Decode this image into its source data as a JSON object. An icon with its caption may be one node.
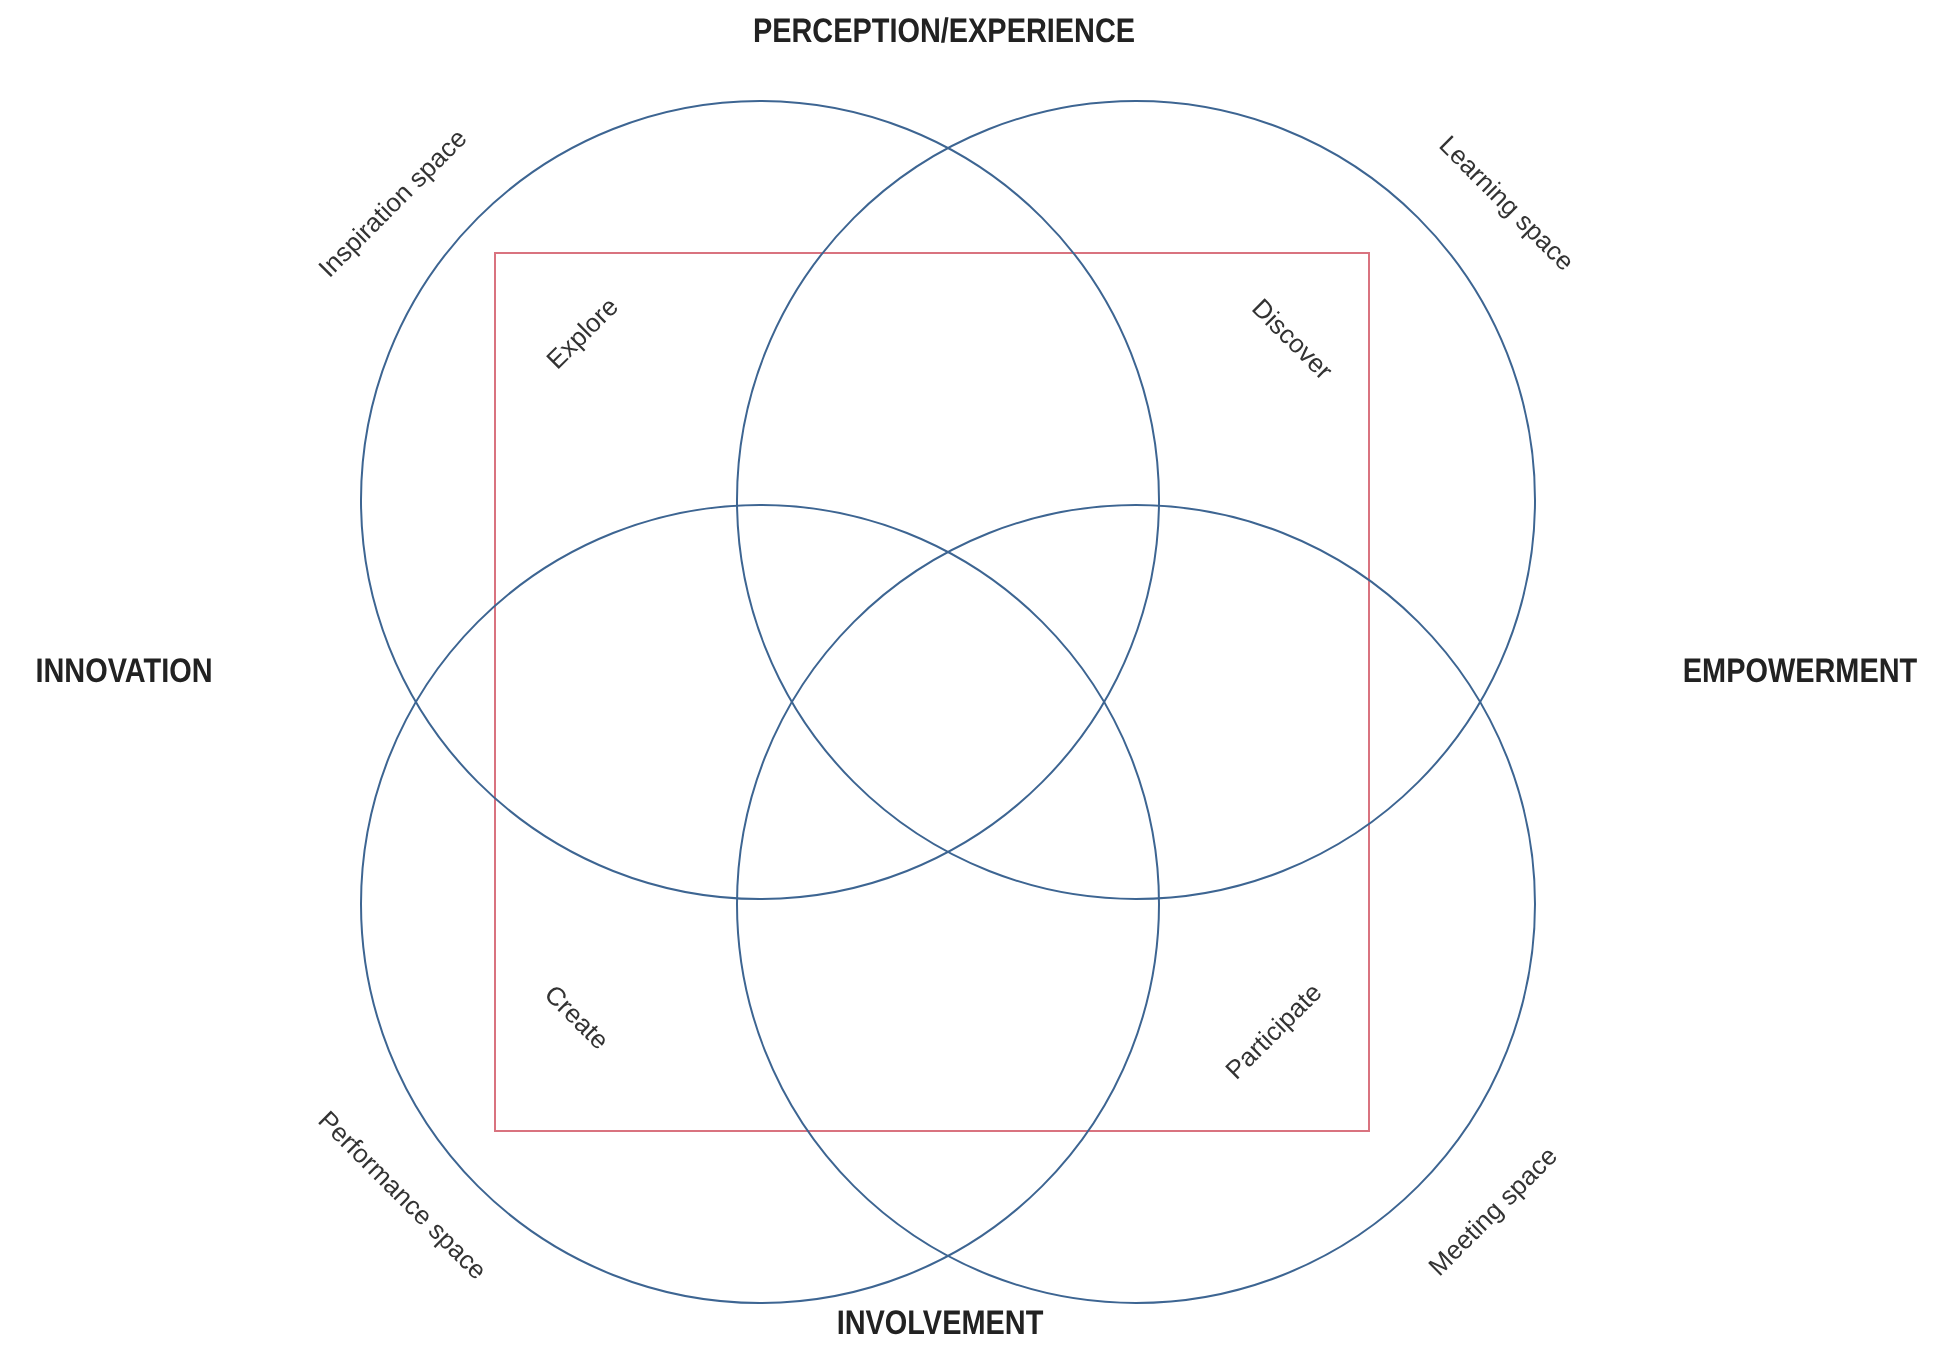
{
  "diagram": {
    "nodes": [
      {
        "text": [
          "Inspiration space",
          "Explore"
        ]
      },
      {
        "text": [
          "Learning space",
          "Discover"
        ]
      },
      {
        "text": [
          "Performance space",
          "Create"
        ]
      },
      {
        "text": [
          "Meeting space",
          "Participate"
        ]
      }
    ],
    "labels": [
      "PERCEPTION/EXPERIENCE",
      "INNOVATION",
      "EMPOWERMENT",
      "INVOLVEMENT"
    ]
  }
}
